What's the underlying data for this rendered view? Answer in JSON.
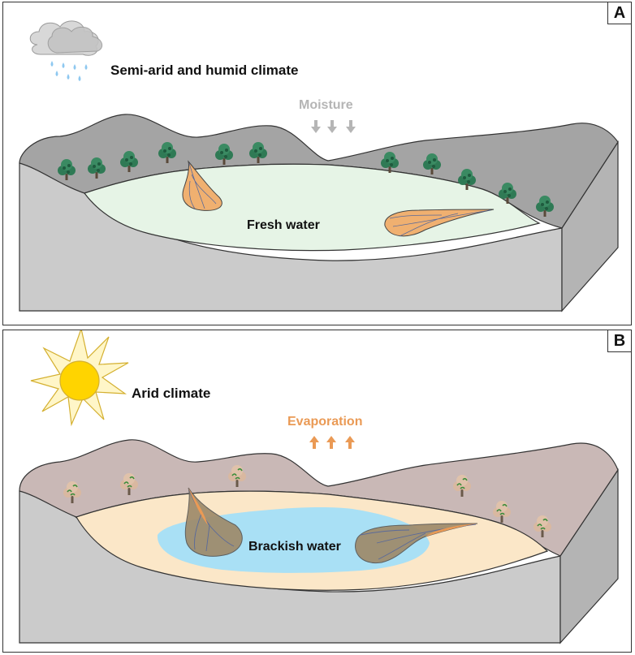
{
  "panel_a": {
    "tag": "A",
    "climate": "Semi-arid and humid climate",
    "process": "Moisture",
    "water": "Fresh water",
    "icons": [
      "rain-cloud-icon",
      "down-arrow-icon",
      "green-tree-icon",
      "alluvial-fan"
    ],
    "colors": {
      "process": "#b5b5b5",
      "lake": "#e6f4e6",
      "fan": "#f0b070",
      "highland": "#a4a4a4",
      "block": "#cbcbcb",
      "tree": "#2f7a55"
    }
  },
  "panel_b": {
    "tag": "B",
    "climate": "Arid climate",
    "process": "Evaporation",
    "water": "Brackish water",
    "icons": [
      "sun-icon",
      "up-arrow-icon",
      "sparse-tree-icon",
      "alluvial-fan"
    ],
    "colors": {
      "process": "#ea9a55",
      "lake": "#a9e0f5",
      "margin": "#fbe7c8",
      "fan": "#9e8a6a",
      "highland": "#c9b8b6",
      "block": "#cbcbcb",
      "tree": "#3a8c3a"
    }
  }
}
